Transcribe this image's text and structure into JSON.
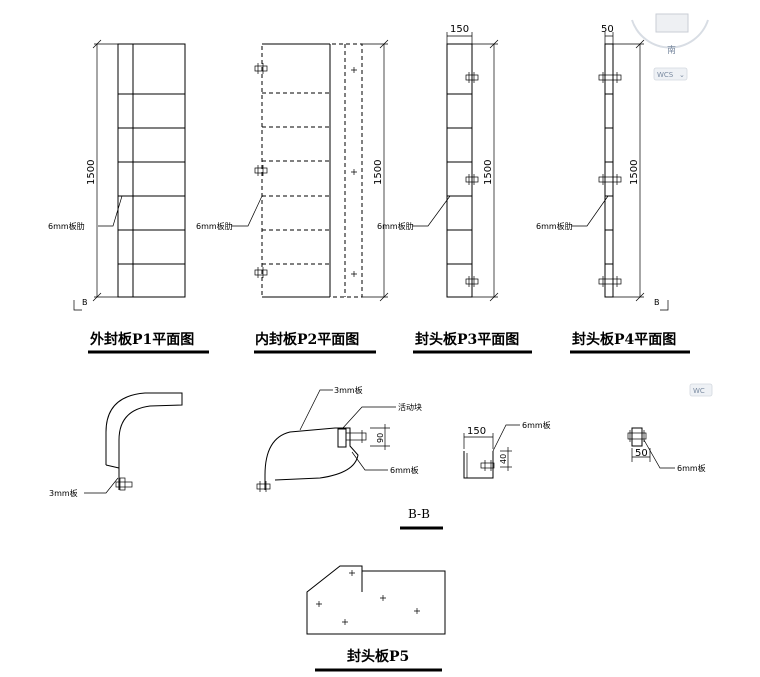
{
  "titles": {
    "p1": "外封板P1平面图",
    "p2": "内封板P2平面图",
    "p3": "封头板P3平面图",
    "p4": "封头板P4平面图",
    "section": "B-B",
    "p5": "封头板P5"
  },
  "dims": {
    "p1_height": "1500",
    "p2_height": "1500",
    "p3_height": "1500",
    "p4_height": "1500",
    "p3_width": "150",
    "p4_width": "50",
    "sec3_width": "150",
    "sec4_width": "50",
    "sec2_height": "90",
    "sec3_height": "40"
  },
  "labels": {
    "rib_p1": "6mm板肋",
    "rib_p2": "6mm板肋",
    "rib_p3": "6mm板肋",
    "rib_p4": "6mm板肋",
    "sec1_plate": "3mm板",
    "sec2_plate": "3mm板",
    "sec2_block": "活动块",
    "sec2_6mm": "6mm板",
    "sec3_6mm": "6mm板",
    "sec4_6mm": "6mm板",
    "section_mark_left": "B",
    "section_mark_right": "B"
  },
  "viewcube": {
    "face": "南",
    "wcs": "WCS",
    "wcs2": "WC"
  }
}
